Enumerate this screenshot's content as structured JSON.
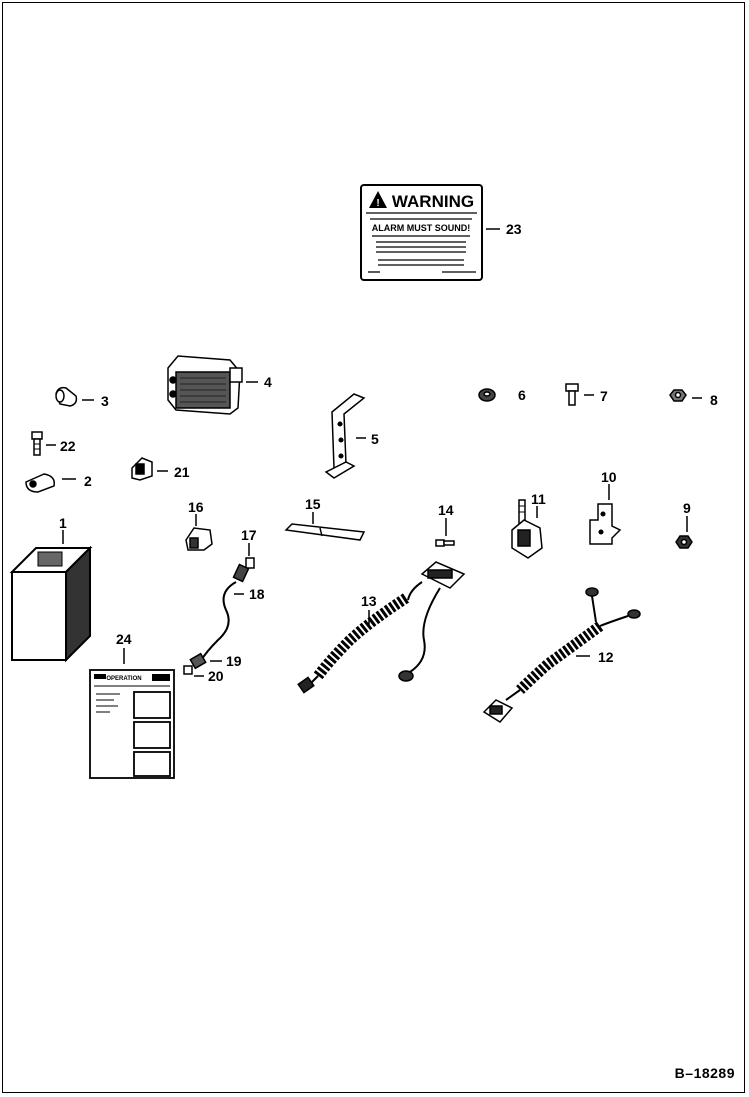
{
  "callouts": {
    "c1": "1",
    "c2": "2",
    "c3": "3",
    "c4": "4",
    "c5": "5",
    "c6": "6",
    "c7": "7",
    "c8": "8",
    "c9": "9",
    "c10": "10",
    "c11": "11",
    "c12": "12",
    "c13": "13",
    "c14": "14",
    "c15": "15",
    "c16": "16",
    "c17": "17",
    "c18": "18",
    "c19": "19",
    "c20": "20",
    "c21": "21",
    "c22": "22",
    "c23": "23",
    "c24": "24"
  },
  "warning_decal": {
    "header": "WARNING",
    "title": "ALARM MUST SOUND!"
  },
  "instruction_decal": {
    "title": "OPERATION"
  },
  "figure_ref": "B–18289"
}
